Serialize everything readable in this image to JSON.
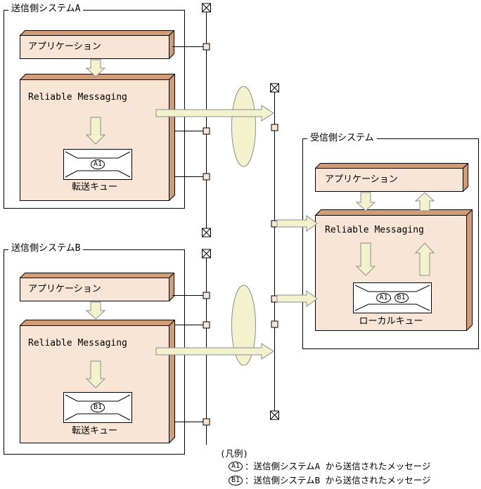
{
  "colors": {
    "box_face": "#f8e5d5",
    "box_edge": "#d09d76",
    "arrow_fill": "#f2f2cd",
    "arrow_stroke": "#8c8c8c",
    "node_fill": "#f8e5d5"
  },
  "system_a": {
    "title": "送信側システムA",
    "application": "アプリケーション",
    "rm": "Reliable Messaging",
    "queue": "転送キュー",
    "message": "A1"
  },
  "system_b": {
    "title": "送信側システムB",
    "application": "アプリケーション",
    "rm": "Reliable Messaging",
    "queue": "転送キュー",
    "message": "B1"
  },
  "receiver": {
    "title": "受信側システム",
    "application": "アプリケーション",
    "rm": "Reliable Messaging",
    "queue": "ローカルキュー",
    "messages": [
      "A1",
      "B1"
    ]
  },
  "legend": {
    "title": "(凡例)",
    "items": [
      {
        "badge": "A1",
        "text": "：送信側システムA から送信されたメッセージ"
      },
      {
        "badge": "B1",
        "text": "：送信側システムB から送信されたメッセージ"
      }
    ]
  }
}
